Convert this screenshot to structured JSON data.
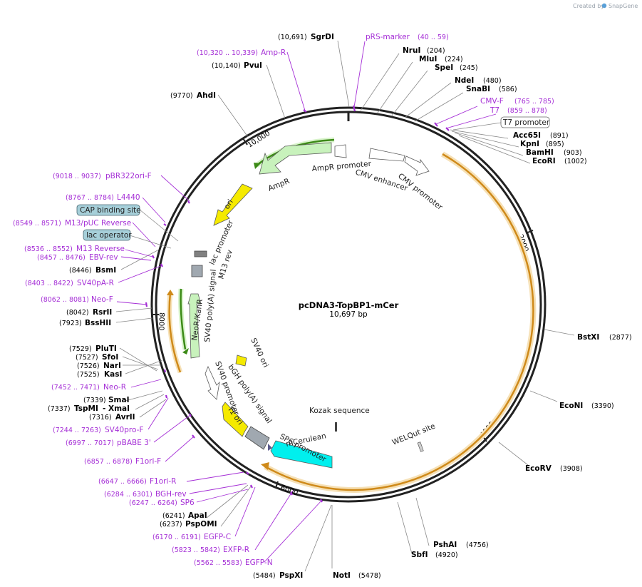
{
  "watermark": {
    "created_by": "Created by",
    "brand": "SnapGene"
  },
  "plasmid": {
    "name": "pcDNA3-TopBP1-mCer",
    "length": "10,697 bp"
  },
  "ticks": [
    {
      "label": "2000"
    },
    {
      "label": "4000"
    },
    {
      "label": "6000"
    },
    {
      "label": "8000"
    },
    {
      "label": "10,000"
    }
  ],
  "enzymes": [
    {
      "name": "SgrDI",
      "pos": "(10,691)"
    },
    {
      "name": "NruI",
      "pos": "(204)"
    },
    {
      "name": "MluI",
      "pos": "(224)"
    },
    {
      "name": "SpeI",
      "pos": "(245)"
    },
    {
      "name": "NdeI",
      "pos": "(480)"
    },
    {
      "name": "SnaBI",
      "pos": "(586)"
    },
    {
      "name": "Acc65I",
      "pos": "(891)"
    },
    {
      "name": "KpnI",
      "pos": "(895)"
    },
    {
      "name": "BamHI",
      "pos": "(903)"
    },
    {
      "name": "EcoRI",
      "pos": "(1002)"
    },
    {
      "name": "BstXI",
      "pos": "(2877)"
    },
    {
      "name": "EcoNI",
      "pos": "(3390)"
    },
    {
      "name": "EcoRV",
      "pos": "(3908)"
    },
    {
      "name": "PshAI",
      "pos": "(4756)"
    },
    {
      "name": "SbfI",
      "pos": "(4920)"
    },
    {
      "name": "NotI",
      "pos": "(5478)"
    },
    {
      "name": "PspXI",
      "pos": "(5484)"
    },
    {
      "name": "ApaI",
      "pos": "(6241)"
    },
    {
      "name": "PspOMI",
      "pos": "(6237)"
    },
    {
      "name": "AvrII",
      "pos": "(7316)"
    },
    {
      "name": "SmaI",
      "pos": "(7339)"
    },
    {
      "name": "TspMI",
      "pos": "(7337)"
    },
    {
      "name": "XmaI",
      "pos": "- XmaI"
    },
    {
      "name": "KasI",
      "pos": "(7525)"
    },
    {
      "name": "NarI",
      "pos": "(7526)"
    },
    {
      "name": "SfoI",
      "pos": "(7527)"
    },
    {
      "name": "PluTI",
      "pos": "(7529)"
    },
    {
      "name": "BssHII",
      "pos": "(7923)"
    },
    {
      "name": "RsrII",
      "pos": "(8042)"
    },
    {
      "name": "BsmI",
      "pos": "(8446)"
    },
    {
      "name": "AhdI",
      "pos": "(9770)"
    },
    {
      "name": "PvuI",
      "pos": "(10,140)"
    }
  ],
  "primers": [
    {
      "name": "pRS-marker",
      "range": "(40 .. 59)"
    },
    {
      "name": "Amp-R",
      "range": "(10,320 .. 10,339)"
    },
    {
      "name": "CMV-F",
      "range": "(765 .. 785)"
    },
    {
      "name": "T7",
      "range": "(859 .. 878)"
    },
    {
      "name": "pBR322ori-F",
      "range": "(9018 .. 9037)"
    },
    {
      "name": "L4440",
      "range": "(8767 .. 8784)"
    },
    {
      "name": "M13/pUC Reverse",
      "range": "(8549 .. 8571)"
    },
    {
      "name": "M13 Reverse",
      "range": "(8536 .. 8552)"
    },
    {
      "name": "EBV-rev",
      "range": "(8457 .. 8476)"
    },
    {
      "name": "SV40pA-R",
      "range": "(8403 .. 8422)"
    },
    {
      "name": "Neo-F",
      "range": "(8062 .. 8081)"
    },
    {
      "name": "Neo-R",
      "range": "(7452 .. 7471)"
    },
    {
      "name": "SV40pro-F",
      "range": "(7244 .. 7263)"
    },
    {
      "name": "pBABE 3'",
      "range": "(6997 .. 7017)"
    },
    {
      "name": "F1ori-F",
      "range": "(6857 .. 6878)"
    },
    {
      "name": "F1ori-R",
      "range": "(6647 .. 6666)"
    },
    {
      "name": "BGH-rev",
      "range": "(6284 .. 6301)"
    },
    {
      "name": "SP6",
      "range": "(6247 .. 6264)"
    },
    {
      "name": "EGFP-C",
      "range": "(6170 .. 6191)"
    },
    {
      "name": "EXFP-R",
      "range": "(5823 .. 5842)"
    },
    {
      "name": "EGFP-N",
      "range": "(5562 .. 5583)"
    }
  ],
  "boxed_features": [
    {
      "name": "T7 promoter"
    },
    {
      "name": "CAP binding site"
    },
    {
      "name": "lac operator"
    }
  ],
  "features": [
    {
      "name": "AmpR promoter"
    },
    {
      "name": "AmpR"
    },
    {
      "name": "CMV enhancer"
    },
    {
      "name": "CMV promoter"
    },
    {
      "name": "ori"
    },
    {
      "name": "lac promoter"
    },
    {
      "name": "M13 rev"
    },
    {
      "name": "SV40 poly(A) signal"
    },
    {
      "name": "NeoR/KanR"
    },
    {
      "name": "SV40 ori"
    },
    {
      "name": "SV40 promoter"
    },
    {
      "name": "bGH poly(A) signal"
    },
    {
      "name": "f1 ori"
    },
    {
      "name": "SP6 promoter"
    },
    {
      "name": "mCerulean"
    },
    {
      "name": "Kozak sequence"
    },
    {
      "name": "WELQut site"
    }
  ]
}
